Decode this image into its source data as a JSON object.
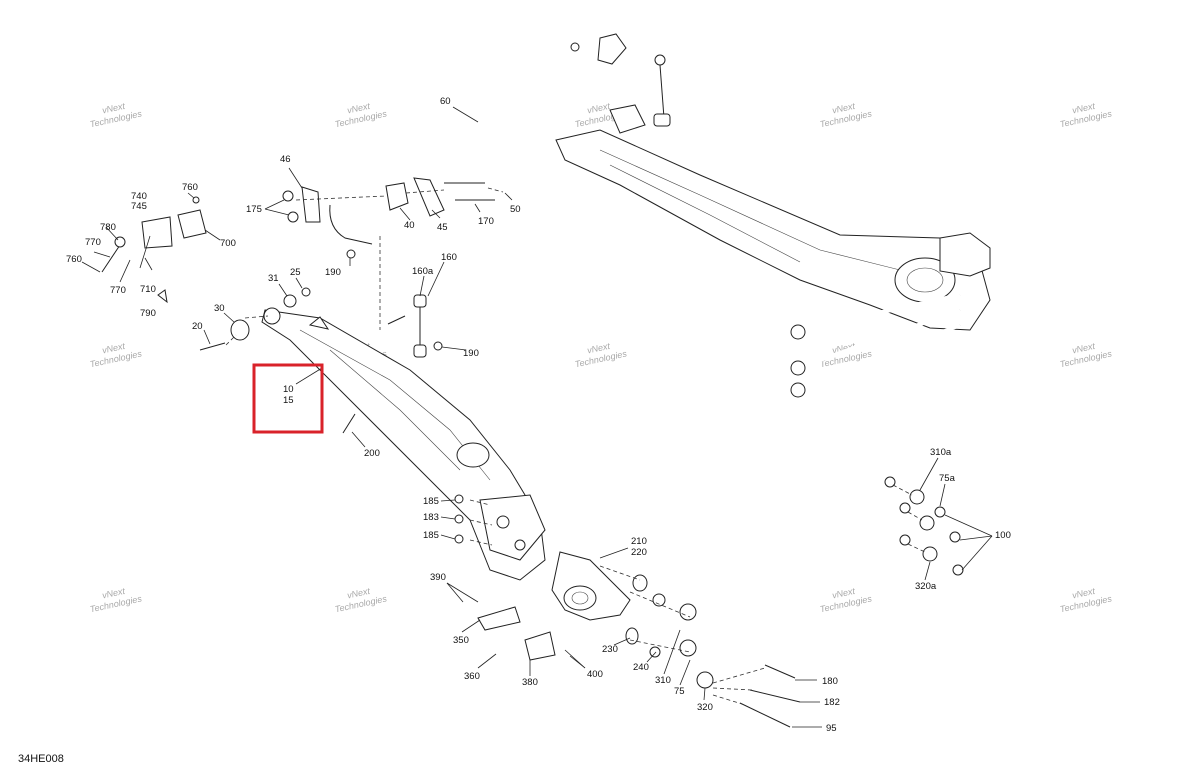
{
  "diagram": {
    "drawing_code": "34HE008",
    "watermark": {
      "line1": "vNext",
      "line2": "Technologies"
    },
    "callouts": [
      "60",
      "46",
      "175",
      "40",
      "45",
      "170",
      "50",
      "760",
      "740",
      "745",
      "780",
      "770",
      "700",
      "760",
      "770",
      "710",
      "790",
      "190",
      "160a",
      "160",
      "31",
      "25",
      "30",
      "20",
      "190",
      "10",
      "15",
      "200",
      "185",
      "183",
      "185",
      "210",
      "220",
      "390",
      "350",
      "360",
      "380",
      "400",
      "230",
      "240",
      "310",
      "75",
      "320",
      "180",
      "182",
      "95",
      "310a",
      "75a",
      "100",
      "320a"
    ],
    "highlight": {
      "color": "#d9222a",
      "contains": [
        "10",
        "15"
      ]
    },
    "colors": {
      "line": "#222222",
      "highlight": "#d9222a",
      "watermark": "#9a9a9a"
    }
  }
}
